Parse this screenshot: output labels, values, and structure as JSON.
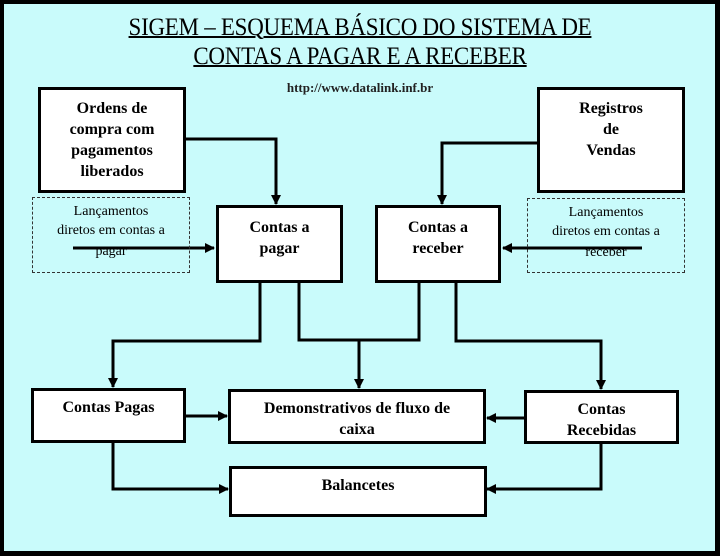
{
  "title": {
    "line1": "SIGEM – ESQUEMA BÁSICO DO SISTEMA DE",
    "line2": "CONTAS A PAGAR E A RECEBER"
  },
  "url": "http://www.datalink.inf.br",
  "nodes": {
    "ordens": {
      "l1": "Ordens de",
      "l2": "compra com",
      "l3": "pagamentos",
      "l4": "liberados"
    },
    "registros": {
      "l1": "Registros",
      "l2": "de",
      "l3": "Vendas"
    },
    "lanc_pagar": {
      "l1": "Lançamentos",
      "l2": "diretos em contas a",
      "l3": "pagar"
    },
    "lanc_receber": {
      "l1": "Lançamentos",
      "l2": "diretos em contas a",
      "l3": "receber"
    },
    "contas_pagar": {
      "l1": "Contas a",
      "l2": "pagar"
    },
    "contas_receber": {
      "l1": "Contas a",
      "l2": "receber"
    },
    "contas_pagas": {
      "l1": "Contas Pagas"
    },
    "demonstrativos": {
      "l1": "Demonstrativos de fluxo de",
      "l2": "caixa"
    },
    "contas_recebidas": {
      "l1": "Contas",
      "l2": "Recebidas"
    },
    "balancetes": {
      "l1": "Balancetes"
    }
  }
}
